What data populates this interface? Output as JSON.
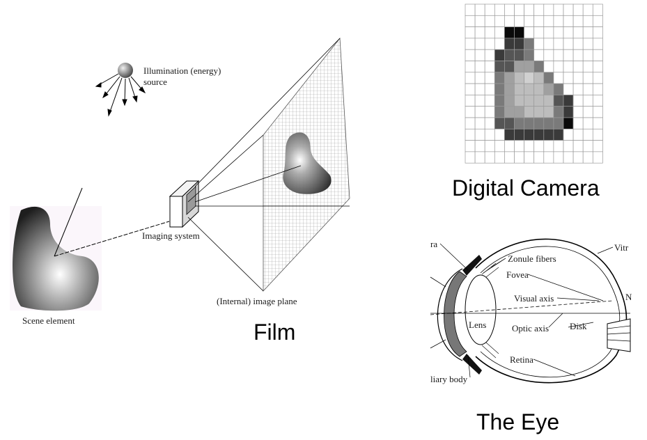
{
  "captions": {
    "film": "Film",
    "digital_camera": "Digital Camera",
    "the_eye": "The Eye"
  },
  "film_diagram": {
    "illumination_line1": "Illumination (energy)",
    "illumination_line2": "source",
    "imaging_system": "Imaging system",
    "image_plane": "(Internal) image plane",
    "scene_element": "Scene element"
  },
  "eye_diagram": {
    "cornea_fragment": "ra",
    "zonule_fibers": "Zonule fibers",
    "vitreous_fragment": "Vitr",
    "fovea": "Fovea",
    "visual_axis": "Visual axis",
    "n_fragment": "N",
    "lens": "Lens",
    "optic_axis": "Optic axis",
    "disk": "Disk",
    "retina": "Retina",
    "ciliary_body_fragment": "liary body"
  },
  "pixel_grid": {
    "columns": 14,
    "rows": 14,
    "colors": {
      "darkest": "#0a0a0a",
      "dark": "#3a3a3a",
      "mid_dark": "#555555",
      "mid": "#7a7a7a",
      "light": "#a0a0a0",
      "lighter": "#bdbdbd",
      "lightest": "#d0d0d0"
    }
  }
}
